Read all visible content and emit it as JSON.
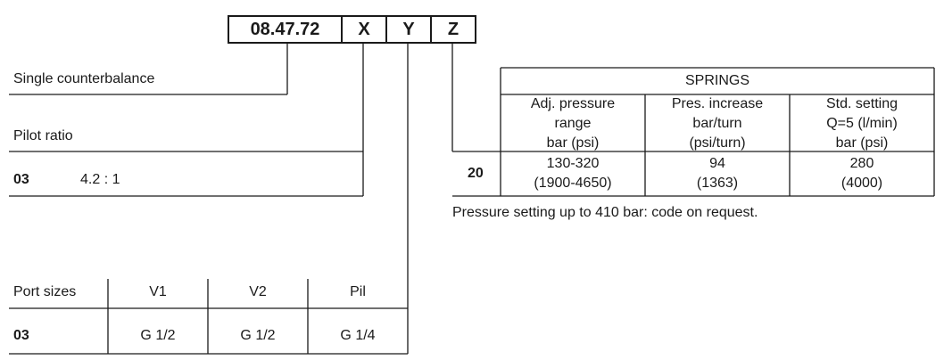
{
  "order_code": {
    "base": "08.47.72",
    "x": "X",
    "y": "Y",
    "z": "Z"
  },
  "function_label": "Single counterbalance",
  "pilot_ratio": {
    "label": "Pilot ratio",
    "code": "03",
    "value": "4.2 : 1"
  },
  "port_sizes": {
    "label": "Port sizes",
    "headers": [
      "V1",
      "V2",
      "Pil"
    ],
    "code": "03",
    "values": [
      "G 1/2",
      "G 1/2",
      "G 1/4"
    ]
  },
  "springs": {
    "title": "SPRINGS",
    "headers": [
      [
        "Adj. pressure",
        "range",
        "bar (psi)"
      ],
      [
        "Pres. increase",
        "bar/turn",
        "(psi/turn)"
      ],
      [
        "Std. setting",
        "Q=5 (l/min)",
        "bar (psi)"
      ]
    ],
    "code": "20",
    "values": [
      [
        "130-320",
        "(1900-4650)"
      ],
      [
        "94",
        "(1363)"
      ],
      [
        "280",
        "(4000)"
      ]
    ],
    "note": "Pressure setting up to 410 bar: code on request."
  }
}
